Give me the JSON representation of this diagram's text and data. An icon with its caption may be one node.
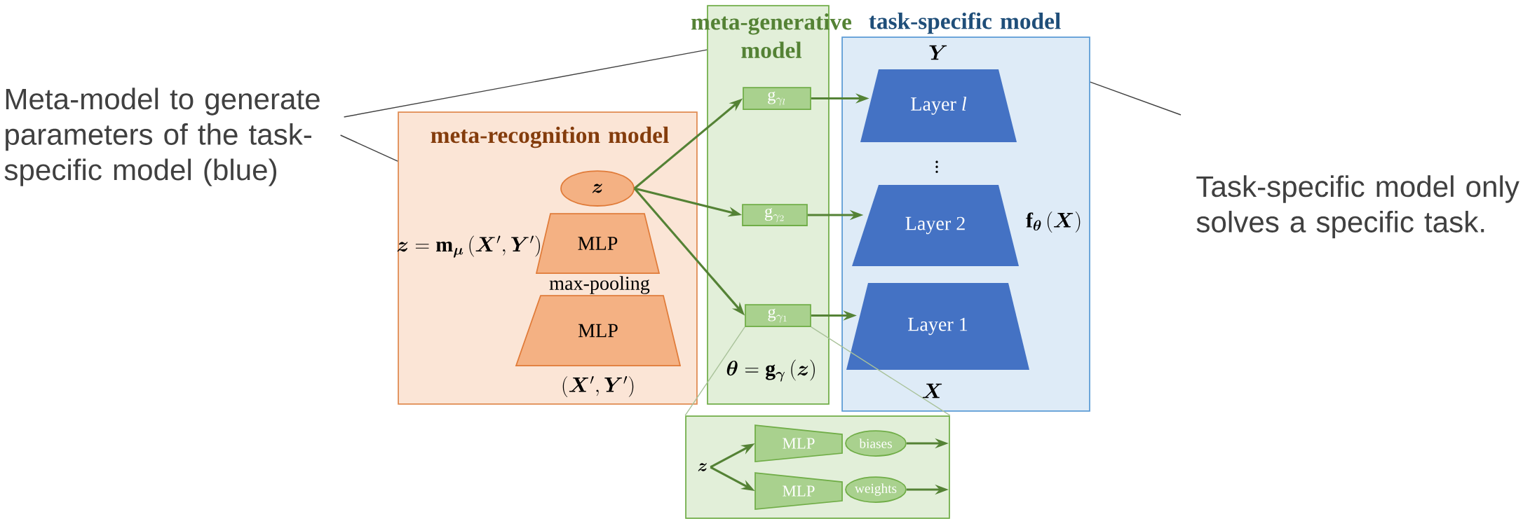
{
  "diagram": {
    "nodes": [
      {
        "text": [
          "Meta-model to generate parameters of the task-specific model (blue)"
        ]
      },
      {
        "text": [
          "meta-recognition model"
        ]
      },
      {
        "text": [
          "\\boldsymbol{z}"
        ],
        "in": 1
      },
      {
        "text": [
          "MLP"
        ],
        "in": 1
      },
      {
        "text": [
          "MLP"
        ],
        "in": 1
      },
      {
        "text": [
          "meta-generative model"
        ]
      },
      {
        "text": [
          "\\mathrm{g}_{\\gamma_l}"
        ],
        "in": 5
      },
      {
        "text": [
          "\\mathrm{g}_{\\gamma_2}"
        ],
        "in": 5
      },
      {
        "text": [
          "\\mathrm{g}_{\\gamma_1}"
        ],
        "in": 5
      },
      {
        "text": [
          "task-specific model"
        ]
      },
      {
        "text": [
          "Layer *l*"
        ],
        "in": 9
      },
      {
        "text": [
          "Layer 2"
        ],
        "in": 9
      },
      {
        "text": [
          "Layer 1"
        ],
        "in": 9
      },
      {
        "text": [
          "Task-specific model only solves a specific task."
        ]
      },
      {
        "text": [],
        "shape": "box"
      },
      {
        "text": [
          "\\boldsymbol{z}"
        ],
        "in": 14
      },
      {
        "text": [
          "MLP"
        ],
        "in": 14
      },
      {
        "text": [
          "MLP"
        ],
        "in": 14
      },
      {
        "text": [
          "biases"
        ],
        "in": 14
      },
      {
        "text": [
          "weights"
        ],
        "in": 14
      }
    ],
    "edges": [
      {
        "from": 0,
        "to": 5,
        "arrow": "none",
        "color": "#404040"
      },
      {
        "from": 0,
        "to": 1,
        "arrow": "none",
        "color": "#404040"
      },
      {
        "from": 2,
        "to": 6,
        "arrow": "to"
      },
      {
        "from": 2,
        "to": 7,
        "arrow": "to"
      },
      {
        "from": 2,
        "to": 8,
        "arrow": "to"
      },
      {
        "from": 6,
        "to": 10,
        "arrow": "to"
      },
      {
        "from": 7,
        "to": 11,
        "arrow": "to"
      },
      {
        "from": 8,
        "to": 12,
        "arrow": "to"
      },
      {
        "from": 8,
        "to": 14,
        "arrow": "none",
        "color": "#a9c29a"
      },
      {
        "from": 8,
        "to": 14,
        "arrow": "none",
        "color": "#a9c29a"
      },
      {
        "from": 13,
        "to": 9,
        "arrow": "none",
        "color": "#404040"
      },
      {
        "from": 15,
        "to": 16,
        "arrow": "to"
      },
      {
        "from": 15,
        "to": 17,
        "arrow": "to"
      },
      {
        "from": 18,
        "to": null,
        "arrow": "to"
      },
      {
        "from": 19,
        "to": null,
        "arrow": "to"
      }
    ],
    "labels": [
      "\\boldsymbol{z} = \\mathbf{m}_{\\boldsymbol{\\mu}}\\,(\\boldsymbol{X}',\\boldsymbol{Y}')",
      "max-pooling",
      "(\\boldsymbol{X}',\\boldsymbol{Y}')",
      "\\boldsymbol{\\theta} = \\mathbf{g}_{\\boldsymbol{\\gamma}}\\,(\\boldsymbol{z})",
      "\\boldsymbol{Y}",
      "\\vdots",
      "\\mathbf{f}_{\\boldsymbol{\\theta}}\\,(\\boldsymbol{X})",
      "\\boldsymbol{X}"
    ]
  }
}
